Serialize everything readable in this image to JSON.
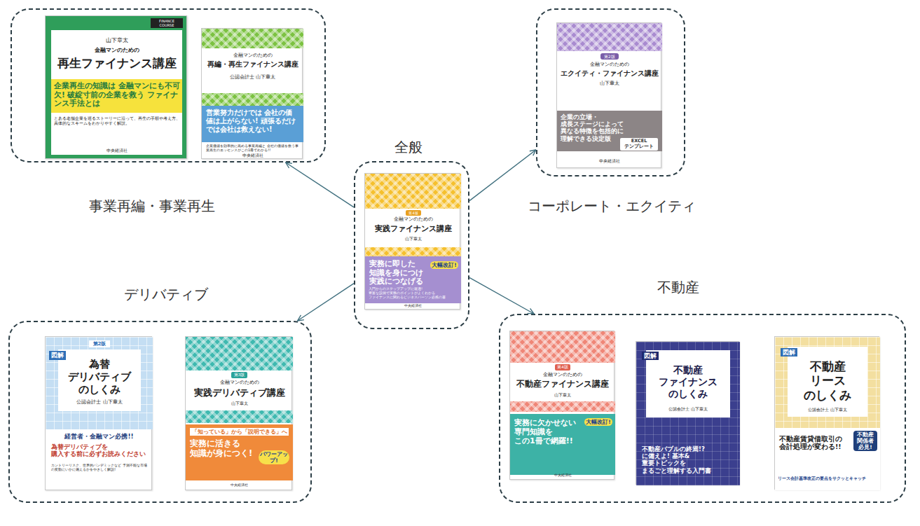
{
  "diagram": {
    "nodes": [
      {
        "text": [
          "事業再編・事業再生"
        ]
      },
      {
        "text": [
          "FINANCE COURSE",
          "山下章太",
          "金融マンのための",
          "再生ファイナンス講座",
          "企業再生の知識は 金融マンにも不可欠! 破綻寸前の企業を救う ファイナンス手法とは",
          "とある老舗企業を巡るストーリーに沿って、再生の手順や考え方、具体的なスキームをわかりやすく解説。",
          "中央経済社"
        ],
        "in": 0
      },
      {
        "text": [
          "金融マンのための",
          "再編・再生ファイナンス講座",
          "公認会計士 山下章太",
          "営業努力だけでは 会社の価値は上がらない! 頑張るだけでは会社は救えない!",
          "企業価値を効率的に高める事業再編と 会社の価値を救う事業再生のエッセンスがこの1冊でわかる!!",
          "中央経済社"
        ],
        "in": 0
      },
      {
        "text": [
          "コーポレート・エクイティ"
        ]
      },
      {
        "text": [
          "第2版",
          "金融マンのための",
          "エクイティ・ファイナンス講座",
          "山下章太",
          "企業の立場・成長ステージによって 異なる特徴を包括的に 理解できる決定版",
          "EXCEL テンプレート",
          "中央経済社"
        ],
        "in": 3
      },
      {
        "text": [
          "全般"
        ]
      },
      {
        "text": [
          "第4版",
          "金融マンのための",
          "実践ファイナンス講座",
          "山下章太",
          "実務に即した 知識を身につけ 実践につなげる",
          "大幅改訂!",
          "入門からのステップアップに最適! 豊富な説例で実務のポイントがよくわかる ファイナンスに関わるビジネスパーソン必携の書",
          "中央経済社"
        ],
        "in": 5
      },
      {
        "text": [
          "デリバティブ"
        ]
      },
      {
        "text": [
          "図解",
          "第2版",
          "為替 デリバティブ のしくみ",
          "公認会計士 山下章太",
          "経営者・金融マン必携!!",
          "為替デリバティブを 購入する前に必ずお読みください",
          "カントリーリスク、世界的パンデミックなど 予測不能な市場の変動にいかに備えるかをやさしく解説!"
        ],
        "in": 7
      },
      {
        "text": [
          "第3版",
          "金融マンのための",
          "実践デリバティブ講座",
          "山下章太",
          "「知っている」から「説明できる」へ",
          "実務に活きる 知識が身につく!",
          "パワーアップ!",
          "中央経済社"
        ],
        "in": 7
      },
      {
        "text": [
          "不動産"
        ]
      },
      {
        "text": [
          "第4版",
          "金融マンのための",
          "不動産ファイナンス講座",
          "山下章太",
          "実務に欠かせない 専門知識を この1冊で網羅!!",
          "大幅改訂!",
          "中央経済社"
        ],
        "in": 10
      },
      {
        "text": [
          "図解",
          "不動産 ファイナンス のしくみ",
          "公認会計士 山下章太",
          "不動産バブルの終焉!? に備えよ! 基本&重要トピックを まるごと理解する入門書"
        ],
        "in": 10
      },
      {
        "text": [
          "図解",
          "不動産 リース のしくみ",
          "公認会計士 山下章太",
          "不動産賃貸借取引の 会計処理が変わる!!",
          "不動産 関係者 必見!",
          "リース会計基準改正の要点をサクッとキャッチ"
        ],
        "in": 10
      }
    ],
    "edges": [
      {
        "from": 5,
        "to": 0,
        "arrow": "to"
      },
      {
        "from": 5,
        "to": 3,
        "arrow": "to"
      },
      {
        "from": 5,
        "to": 7,
        "arrow": "to"
      },
      {
        "from": 5,
        "to": 10,
        "arrow": "to"
      }
    ]
  }
}
